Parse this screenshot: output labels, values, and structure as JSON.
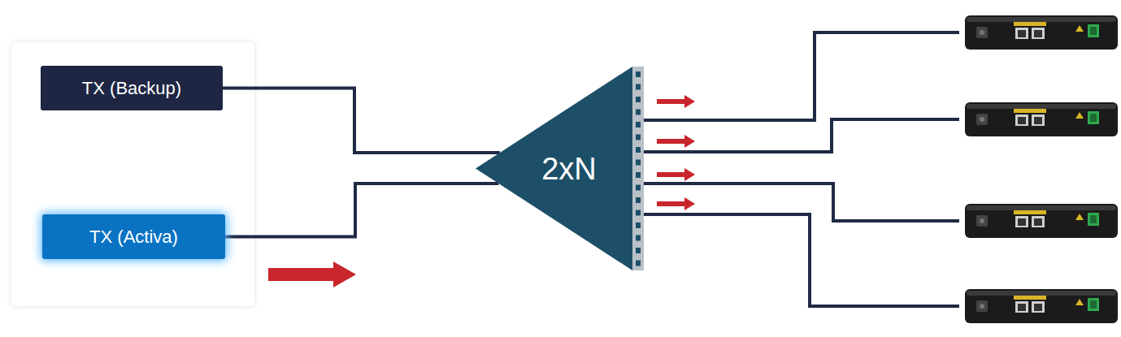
{
  "diagram": {
    "nodes": [
      {
        "text": [
          "TX (Backup)"
        ]
      },
      {
        "text": [
          "TX (Activa)"
        ]
      },
      {
        "text": [
          "2xN"
        ]
      }
    ],
    "edges": [
      {
        "from": 0,
        "to": 2,
        "arrow": "none"
      },
      {
        "from": 1,
        "to": 2,
        "arrow": "none"
      }
    ]
  }
}
